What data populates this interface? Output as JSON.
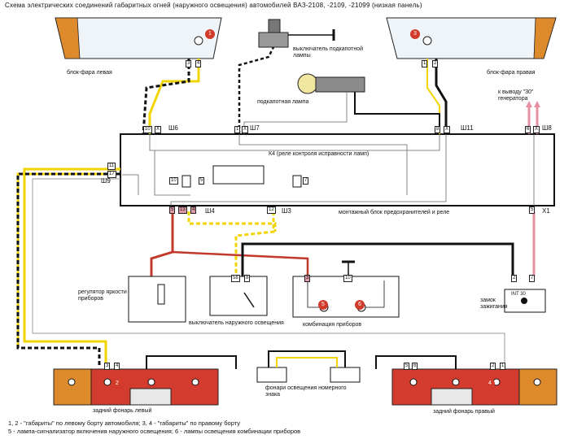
{
  "title": "Схема электрических соединений габаритных огней (наружного освещения) автомобилей ВАЗ-2108, -2109, -21099 (низкая панель)",
  "colors": {
    "wire_red": "#c0392b",
    "wire_yellow": "#f2d500",
    "wire_black": "#111111",
    "wire_pink": "#e58fa0",
    "wire_white": "#ffffff",
    "lamp_orange": "#dd8a2c",
    "lamp_red": "#d33b2e",
    "headlight_glass": "#eef4f8",
    "badge_red": "#d23a2a"
  },
  "labels": {
    "headlight_left": "блок-фара левая",
    "headlight_right": "блок-фара правая",
    "hood_switch": "выключатель подкапотной лампы",
    "hood_lamp": "подкапотная лампа",
    "generator": "к выводу \"30\" генератора",
    "relay_k4": "К4 (реле контроля исправности ламп)",
    "fuse_block": "монтажный блок предохранителей и реле",
    "dimmer": "регулятор яркости приборов",
    "light_switch": "выключатель наружного освещения",
    "cluster": "комбинация приборов",
    "ignition": "замок зажигания",
    "plate_lights": "фонари освещения номерного знака",
    "tail_left": "задний фонарь левый",
    "tail_right": "задний фонарь правый"
  },
  "connectors": {
    "sh6": "Ш6",
    "sh7": "Ш7",
    "sh11": "Ш11",
    "sh8": "Ш8",
    "sh9": "Ш9",
    "sh4": "Ш4",
    "sh3": "Ш3",
    "x1": "X1",
    "ign_int": "INT 30"
  },
  "pins": {
    "hl_left_a": "3",
    "hl_left_b": "4",
    "hl_right_a": "1",
    "hl_right_b": "2",
    "sh6_a": "10",
    "sh6_b": "X",
    "sh7_a": "1",
    "sh7_b": "X",
    "sh11_a": "8",
    "sh11_b": "X",
    "sh8_a": "6",
    "sh8_b": "X",
    "sh9_a": "11",
    "sh9_b": "17",
    "k4_a": "10",
    "k4_b": "5",
    "k4_c": "7",
    "sh4_a": "5",
    "sh4_b": "13",
    "sh4_c": "4",
    "sh3_a": "12",
    "x1_a": "5",
    "ign_a": "2",
    "ign_b": "7",
    "sw_a": "58",
    "sw_b": "8",
    "cl_a": "3",
    "cl_b": "10",
    "tl_a": "3",
    "tl_b": "4",
    "tr_a": "5",
    "tr_b": "6",
    "tr_c": "2",
    "tr_d": "1"
  },
  "badges": [
    "1",
    "2",
    "3",
    "4",
    "5",
    "6"
  ],
  "legend": {
    "line1": "1, 2 - \"габариты\" по левому борту автомобиля; 3, 4 - \"габариты\" по правому борту",
    "line2": "5 - лампа-сигнализатор включения наружного освещения; 6 - лампы освещения комбинации приборов"
  }
}
